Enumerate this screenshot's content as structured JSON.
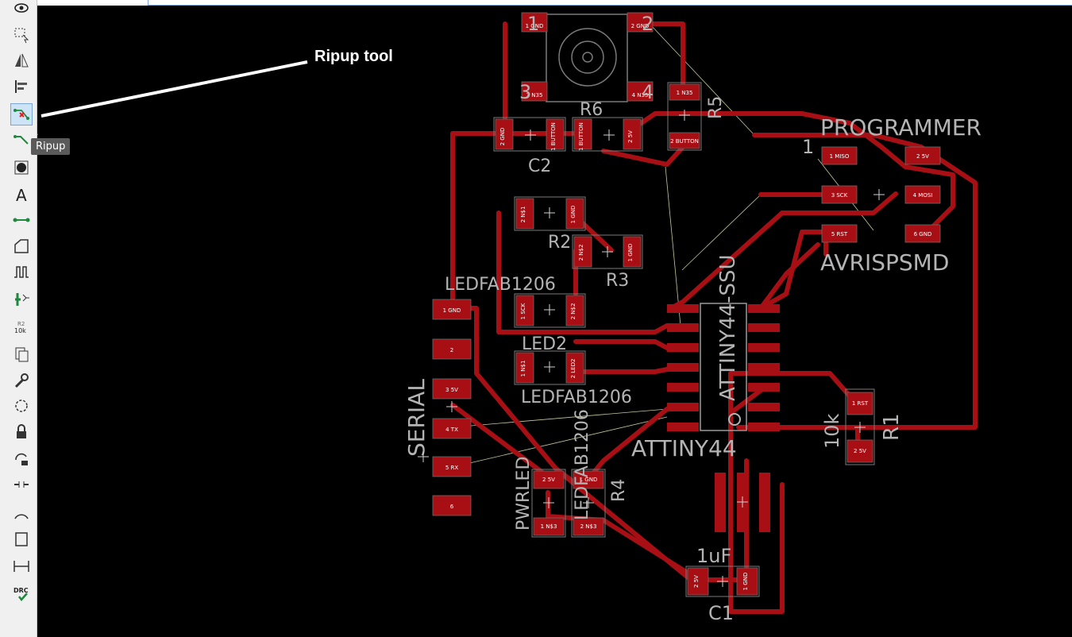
{
  "annotation": {
    "callout_text": "Ripup tool"
  },
  "tooltip": {
    "text": "Ripup"
  },
  "toolbar": {
    "tools": [
      {
        "name": "eye-icon"
      },
      {
        "name": "select-icon"
      },
      {
        "name": "mirror-icon"
      },
      {
        "name": "align-icon"
      },
      {
        "name": "ripup-icon",
        "active": true
      },
      {
        "name": "route-icon"
      },
      {
        "name": "via-icon"
      },
      {
        "name": "text-icon"
      },
      {
        "name": "wire-icon"
      },
      {
        "name": "polygon-icon"
      },
      {
        "name": "meander-icon"
      },
      {
        "name": "add-icon"
      },
      {
        "name": "value-icon"
      },
      {
        "name": "paste-icon"
      },
      {
        "name": "wrench-icon"
      },
      {
        "name": "circle-icon"
      },
      {
        "name": "lock-icon"
      },
      {
        "name": "replace-icon"
      },
      {
        "name": "split-icon"
      },
      {
        "name": "arc-icon"
      },
      {
        "name": "rect-icon"
      },
      {
        "name": "dimension-icon"
      },
      {
        "name": "drc-icon"
      }
    ],
    "value_badge": "10k",
    "drc_label": "DRC"
  },
  "board": {
    "labels": {
      "programmer": "PROGRAMMER",
      "avrispsmd": "AVRISPSMD",
      "pin_one": "1",
      "r6": "R6",
      "r5": "R5",
      "c2": "C2",
      "r2": "R2",
      "r3": "R3",
      "ledfab_top": "LEDFAB1206",
      "led2": "LED2",
      "ledfab_mid": "LEDFAB1206",
      "ledfab_rot": "LEDFAB1206",
      "attiny_ssu": "ATTINY44-SSU",
      "attiny": "ATTINY44",
      "serial": "SERIAL",
      "pwrled": "PWRLED",
      "r4": "R4",
      "r1": "R1",
      "value_10k": "10k",
      "value_1uf": "1uF",
      "c1": "C1",
      "sw_pin1": "1",
      "sw_pin2": "2",
      "sw_pin3": "3",
      "sw_pin4": "4"
    },
    "pads": {
      "sw1": "1 GND",
      "sw2": "2 GND",
      "sw3": "3 N35",
      "sw4": "4 N35",
      "c2_a": "2 GND",
      "c2_b": "1 BUTTON",
      "r6_a": "1 BUTTON",
      "r6_b": "2 5V",
      "r5_a": "1 N35",
      "r5_b": "2 BUTTON",
      "r2_a": "2 N$1",
      "r2_b": "1 GND",
      "r3_a": "2 N$2",
      "r3_b": "1 GND",
      "led_top_a": "1 SCK",
      "led_top_b": "2 N$2",
      "led2_a": "1 N$1",
      "led2_b": "2 LED2",
      "miso": "1 MISO",
      "v5": "2 5V",
      "sck": "3 SCK",
      "mosi": "4 MOSI",
      "rst": "5 RST",
      "gnd": "6 GND",
      "ser1": "1 GND",
      "ser2": "2",
      "ser3": "3 5V",
      "ser4": "4 TX",
      "ser5": "5 RX",
      "ser6": "6",
      "pwr_a": "2 5V",
      "pwr_b": "1 N$3",
      "r4_a": "1 GND",
      "r4_b": "2 N$3",
      "r1_a": "1 RST",
      "r1_b": "2 5V",
      "c1_a": "2 5V",
      "c1_b": "1 GND"
    }
  }
}
